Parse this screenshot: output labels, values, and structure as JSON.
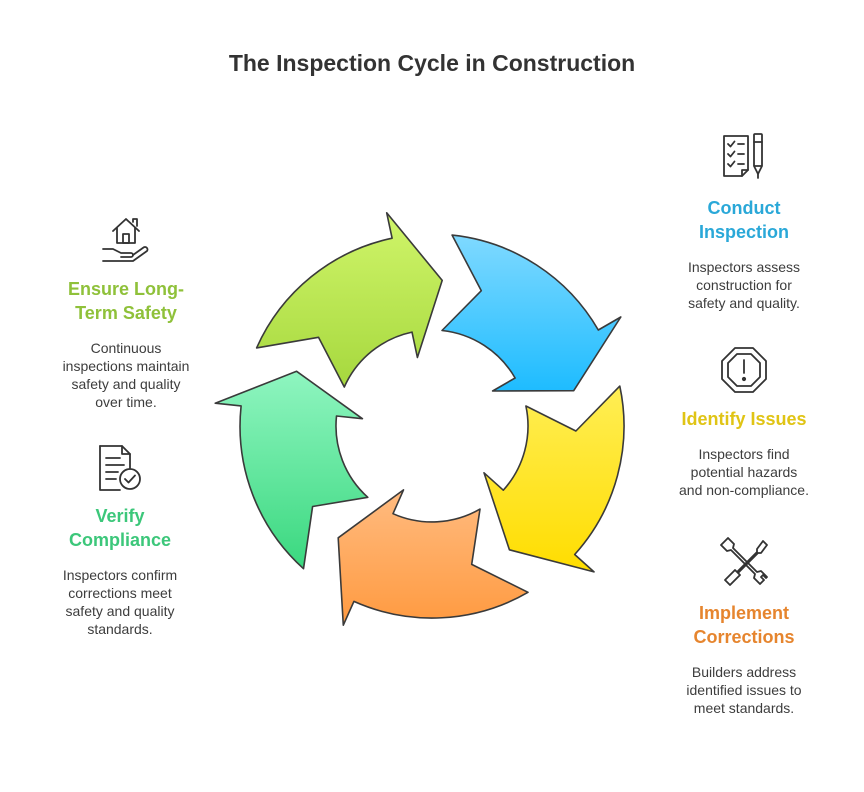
{
  "title": "The Inspection Cycle in Construction",
  "steps": [
    {
      "id": "conduct-inspection",
      "heading": [
        "Conduct",
        "Inspection"
      ],
      "description": [
        "Inspectors assess",
        "construction for",
        "safety and quality."
      ],
      "color": "#2aa8d8",
      "arrow_color_top": "#7fd9ff",
      "arrow_color_bottom": "#1ebcff",
      "icon": "checklist-pen-icon"
    },
    {
      "id": "identify-issues",
      "heading": [
        "Identify Issues"
      ],
      "description": [
        "Inspectors find",
        "potential hazards",
        "and non-compliance."
      ],
      "color": "#e0c415",
      "arrow_color_top": "#ffee55",
      "arrow_color_bottom": "#ffdd00",
      "icon": "warning-octagon-icon"
    },
    {
      "id": "implement-corrections",
      "heading": [
        "Implement",
        "Corrections"
      ],
      "description": [
        "Builders address",
        "identified issues to",
        "meet standards."
      ],
      "color": "#e6852e",
      "arrow_color_top": "#ffbb80",
      "arrow_color_bottom": "#ff9a40",
      "icon": "wrench-screwdriver-icon"
    },
    {
      "id": "verify-compliance",
      "heading": [
        "Verify",
        "Compliance"
      ],
      "description": [
        "Inspectors confirm",
        "corrections meet",
        "safety and quality",
        "standards."
      ],
      "color": "#3cc77a",
      "arrow_color_top": "#8ff5c0",
      "arrow_color_bottom": "#3ad87f",
      "icon": "document-check-icon"
    },
    {
      "id": "ensure-safety",
      "heading": [
        "Ensure Long-",
        "Term Safety"
      ],
      "description": [
        "Continuous",
        "inspections maintain",
        "safety and quality",
        "over time."
      ],
      "color": "#8fc13a",
      "arrow_color_top": "#d0f56a",
      "arrow_color_bottom": "#a6d83e",
      "icon": "house-hand-icon"
    }
  ]
}
